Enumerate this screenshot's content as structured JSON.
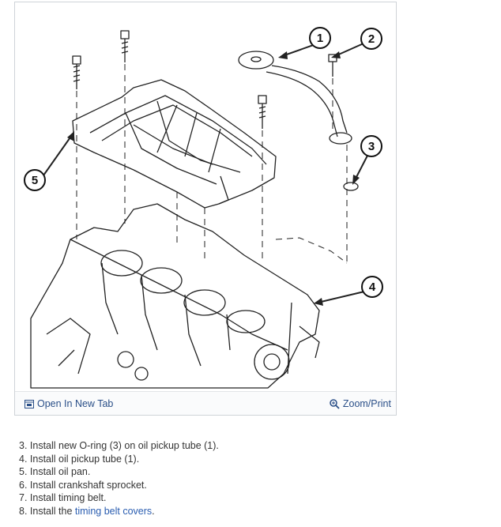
{
  "figure": {
    "callouts": [
      "1",
      "2",
      "3",
      "4",
      "5"
    ],
    "toolbar": {
      "open_new_tab_label": "Open In New Tab",
      "open_new_tab_icon": "external-window-icon",
      "zoom_print_label": "Zoom/Print",
      "zoom_print_icon": "magnifier-icon"
    }
  },
  "steps": [
    {
      "text": "3. Install new O-ring (3) on oil pickup tube (1)."
    },
    {
      "text": "4. Install oil pickup tube (1)."
    },
    {
      "text": "5. Install oil pan."
    },
    {
      "text": "6. Install crankshaft sprocket."
    },
    {
      "text": "7. Install timing belt."
    },
    {
      "text": "8. Install the ",
      "link": "timing belt covers",
      "suffix": "."
    }
  ],
  "colors": {
    "link": "#2a5db0",
    "toolbar_link": "#2a4f88",
    "border": "#cfd3d8"
  }
}
